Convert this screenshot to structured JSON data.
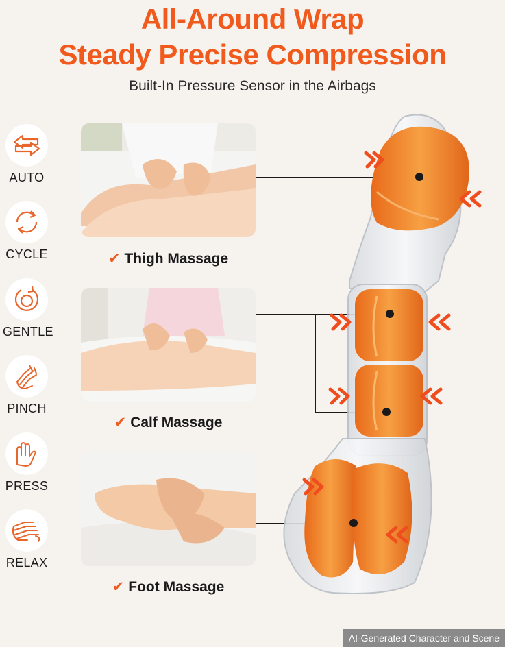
{
  "heading": {
    "line1": "All-Around Wrap",
    "line2": "Steady Precise Compression",
    "subtitle": "Built-In Pressure Sensor in the Airbags"
  },
  "modes": [
    {
      "label": "AUTO",
      "icon": "auto-arrows-icon"
    },
    {
      "label": "CYCLE",
      "icon": "cycle-icon"
    },
    {
      "label": "GENTLE",
      "icon": "gentle-icon"
    },
    {
      "label": "PINCH",
      "icon": "pinch-hand-icon"
    },
    {
      "label": "PRESS",
      "icon": "press-hand-icon"
    },
    {
      "label": "RELAX",
      "icon": "relax-hands-icon"
    }
  ],
  "massages": [
    {
      "caption": "Thigh Massage",
      "check": "✔"
    },
    {
      "caption": "Calf Massage",
      "check": "✔"
    },
    {
      "caption": "Foot Massage",
      "check": "✔"
    }
  ],
  "watermark": "AI-Generated Character and Scene",
  "colors": {
    "accent": "#f05a1c",
    "airbag": "#f28a2e",
    "background": "#f6f2ee"
  }
}
